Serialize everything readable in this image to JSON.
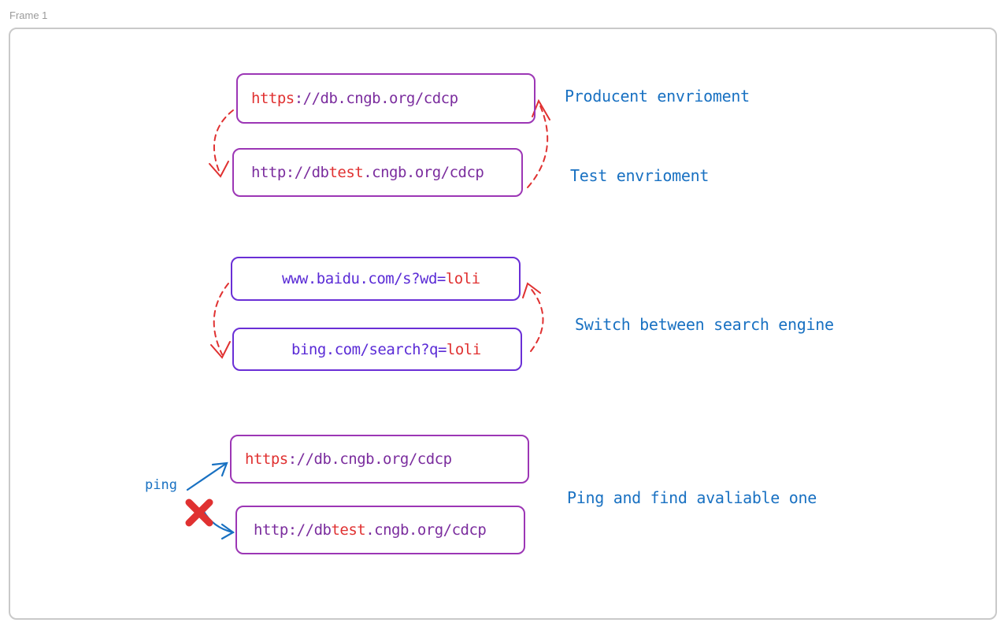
{
  "frame": {
    "label": "Frame 1"
  },
  "section1": {
    "prod_url": {
      "protocol": "https",
      "rest": "://db.cngb.org/cdcp"
    },
    "test_url": {
      "prefix": "http://db",
      "highlight": "test",
      "rest": ".cngb.org/cdcp"
    },
    "prod_note": "Producent envrioment",
    "test_note": "Test envrioment"
  },
  "section2": {
    "baidu_url": {
      "base": "www.baidu.com/s?wd=",
      "query": "loli"
    },
    "bing_url": {
      "base": "bing.com/search?q=",
      "query": "loli"
    },
    "note": "Switch between search engine"
  },
  "section3": {
    "ping_label": "ping",
    "prod_url": {
      "protocol": "https",
      "rest": "://db.cngb.org/cdcp"
    },
    "test_url": {
      "prefix": "http://db",
      "highlight": "test",
      "rest": ".cngb.org/cdcp"
    },
    "note": "Ping and find avaliable one"
  },
  "colors": {
    "box_border": "#9c36b5",
    "box_border_blue": "#6a2fd6",
    "highlight": "#e03131",
    "note": "#1971c2",
    "arrow_red": "#e03131",
    "arrow_blue": "#1971c2",
    "frame_border": "#c9c9c9"
  }
}
